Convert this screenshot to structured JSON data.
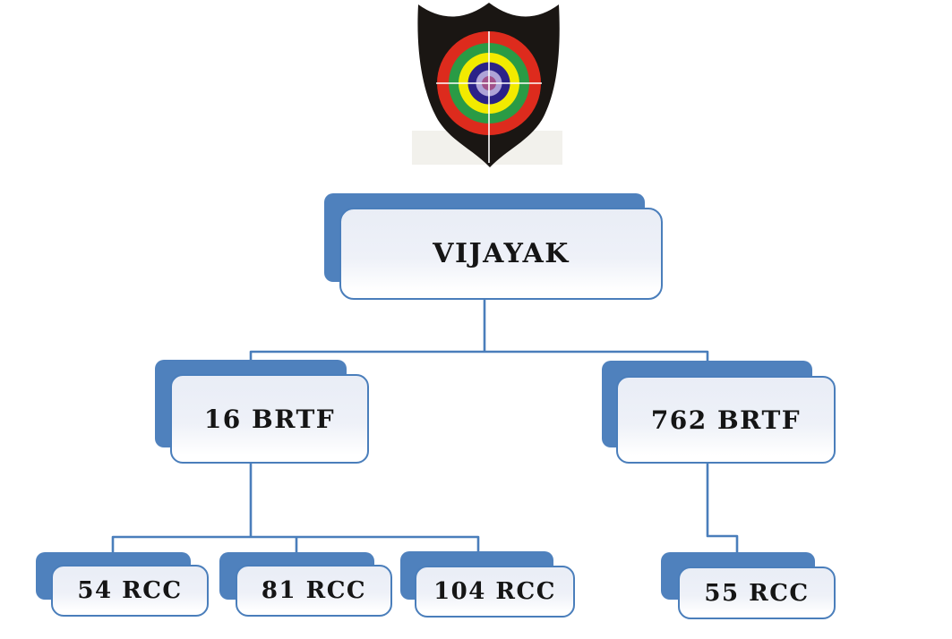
{
  "org_chart": {
    "type": "org-tree",
    "root": {
      "label": "VIJAYAK",
      "children": [
        {
          "label": "16 BRTF",
          "children": [
            {
              "label": "54 RCC"
            },
            {
              "label": "81 RCC"
            },
            {
              "label": "104 RCC"
            }
          ]
        },
        {
          "label": "762 BRTF",
          "children": [
            {
              "label": "55 RCC"
            }
          ]
        }
      ]
    }
  },
  "emblem": {
    "description": "black shield with concentric bullseye target and white crosshair"
  },
  "colors": {
    "accent": "#4f81bd",
    "line": "#4a7ebb",
    "text": "#151515",
    "box_fill_top": "#e9edf6",
    "box_fill_mid": "#eef1f8",
    "box_fill_bot": "#ffffff",
    "shield_black": "#1a1613",
    "ring_red": "#dd2b1d",
    "ring_green": "#2a9b45",
    "ring_yellow": "#f2ea00",
    "ring_navy": "#2b2288",
    "ring_lavender": "#aea3d7",
    "ring_center": "#a1518a",
    "crosshair": "#ffffff",
    "emblem_bg": "#f2f1ec",
    "canvas_bg": "#ffffff"
  }
}
